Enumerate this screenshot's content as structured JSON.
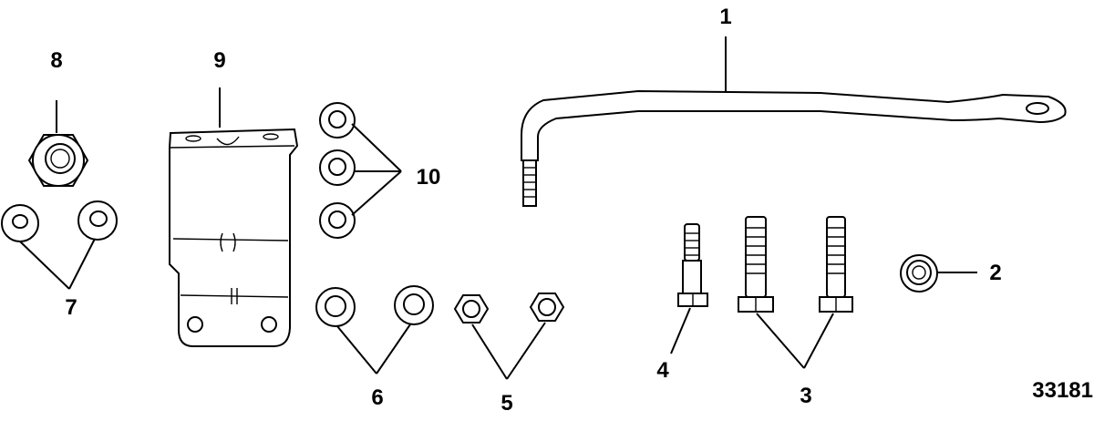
{
  "callouts": {
    "c1": "1",
    "c2": "2",
    "c3": "3",
    "c4": "4",
    "c5": "5",
    "c6": "6",
    "c7": "7",
    "c8": "8",
    "c9": "9",
    "c10": "10"
  },
  "figure_id": "33181"
}
